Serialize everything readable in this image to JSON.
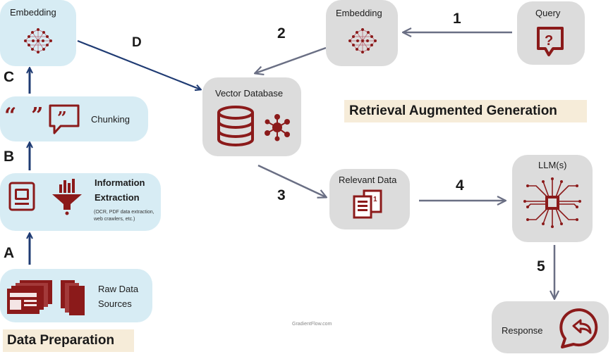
{
  "labels": {
    "embedding_left": "Embedding",
    "chunking": "Chunking",
    "info_extraction_line1": "Information",
    "info_extraction_line2": "Extraction",
    "info_extraction_note_line1": "(OCR, PDF data extraction,",
    "info_extraction_note_line2": "web crawlers, etc.)",
    "raw_data_line1": "Raw Data",
    "raw_data_line2": "Sources",
    "data_preparation": "Data Preparation",
    "vector_database": "Vector Database",
    "embedding_right": "Embedding",
    "query": "Query",
    "rag_title": "Retrieval Augmented Generation",
    "relevant_data": "Relevant Data",
    "llms": "LLM(s)",
    "response": "Response",
    "credit": "GradientFlow.com"
  },
  "steps": {
    "a": "A",
    "b": "B",
    "c": "C",
    "d": "D",
    "s1": "1",
    "s2": "2",
    "s3": "3",
    "s4": "4",
    "s5": "5"
  },
  "colors": {
    "accent": "#8b1a1a",
    "prep_box": "#d7ecf4",
    "rag_box": "#dcdcdc",
    "prep_arrow": "#1f3b73",
    "rag_arrow": "#6a6f84",
    "title_band": "#f6ecd9"
  },
  "icons": {
    "embedding": "neural-network-icon",
    "chunking": "quote-marks-icon",
    "extraction": "document-funnel-icon",
    "raw_data": "document-stack-icon",
    "vector_db": "database-icon",
    "query": "question-bubble-icon",
    "relevant_data": "documents-icon",
    "llm": "chip-icon",
    "response": "chat-reply-icon"
  }
}
